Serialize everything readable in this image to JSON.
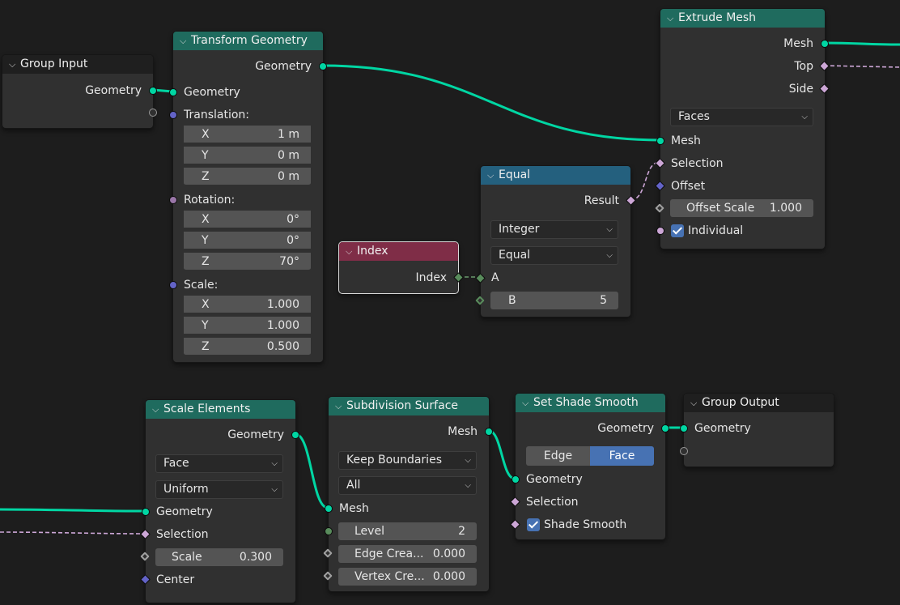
{
  "nodes": {
    "group_input": {
      "title": "Group Input",
      "geometry": "Geometry"
    },
    "transform": {
      "title": "Transform Geometry",
      "out_geometry": "Geometry",
      "in_geometry": "Geometry",
      "translation": "Translation:",
      "tx": {
        "l": "X",
        "v": "1 m"
      },
      "ty": {
        "l": "Y",
        "v": "0 m"
      },
      "tz": {
        "l": "Z",
        "v": "0 m"
      },
      "rotation": "Rotation:",
      "rx": {
        "l": "X",
        "v": "0°"
      },
      "ry": {
        "l": "Y",
        "v": "0°"
      },
      "rz": {
        "l": "Z",
        "v": "70°"
      },
      "scale": "Scale:",
      "sx": {
        "l": "X",
        "v": "1.000"
      },
      "sy": {
        "l": "Y",
        "v": "1.000"
      },
      "sz": {
        "l": "Z",
        "v": "0.500"
      }
    },
    "index": {
      "title": "Index",
      "out": "Index"
    },
    "equal": {
      "title": "Equal",
      "result": "Result",
      "dtype": "Integer",
      "mode": "Equal",
      "a": "A",
      "b_label": "B",
      "b_value": "5"
    },
    "extrude": {
      "title": "Extrude Mesh",
      "out_mesh": "Mesh",
      "out_top": "Top",
      "out_side": "Side",
      "mode": "Faces",
      "in_mesh": "Mesh",
      "selection": "Selection",
      "offset": "Offset",
      "offset_scale_label": "Offset Scale",
      "offset_scale_value": "1.000",
      "individual": "Individual"
    },
    "scale_elements": {
      "title": "Scale Elements",
      "out_geometry": "Geometry",
      "domain": "Face",
      "scale_mode": "Uniform",
      "in_geometry": "Geometry",
      "selection": "Selection",
      "scale_label": "Scale",
      "scale_value": "0.300",
      "center": "Center"
    },
    "subdivision": {
      "title": "Subdivision Surface",
      "out_mesh": "Mesh",
      "boundary": "Keep Boundaries",
      "uv": "All",
      "in_mesh": "Mesh",
      "level_label": "Level",
      "level_value": "2",
      "edge_label": "Edge Crea...",
      "edge_value": "0.000",
      "vertex_label": "Vertex Cre...",
      "vertex_value": "0.000"
    },
    "shade_smooth": {
      "title": "Set Shade Smooth",
      "out_geometry": "Geometry",
      "edge": "Edge",
      "face": "Face",
      "in_geometry": "Geometry",
      "selection": "Selection",
      "shade_smooth": "Shade Smooth"
    },
    "group_output": {
      "title": "Group Output",
      "geometry": "Geometry"
    }
  },
  "colors": {
    "geometry_wire": "#00d6a3",
    "field_wire": "#cca6d6",
    "canvas": "#1d1d1d"
  }
}
